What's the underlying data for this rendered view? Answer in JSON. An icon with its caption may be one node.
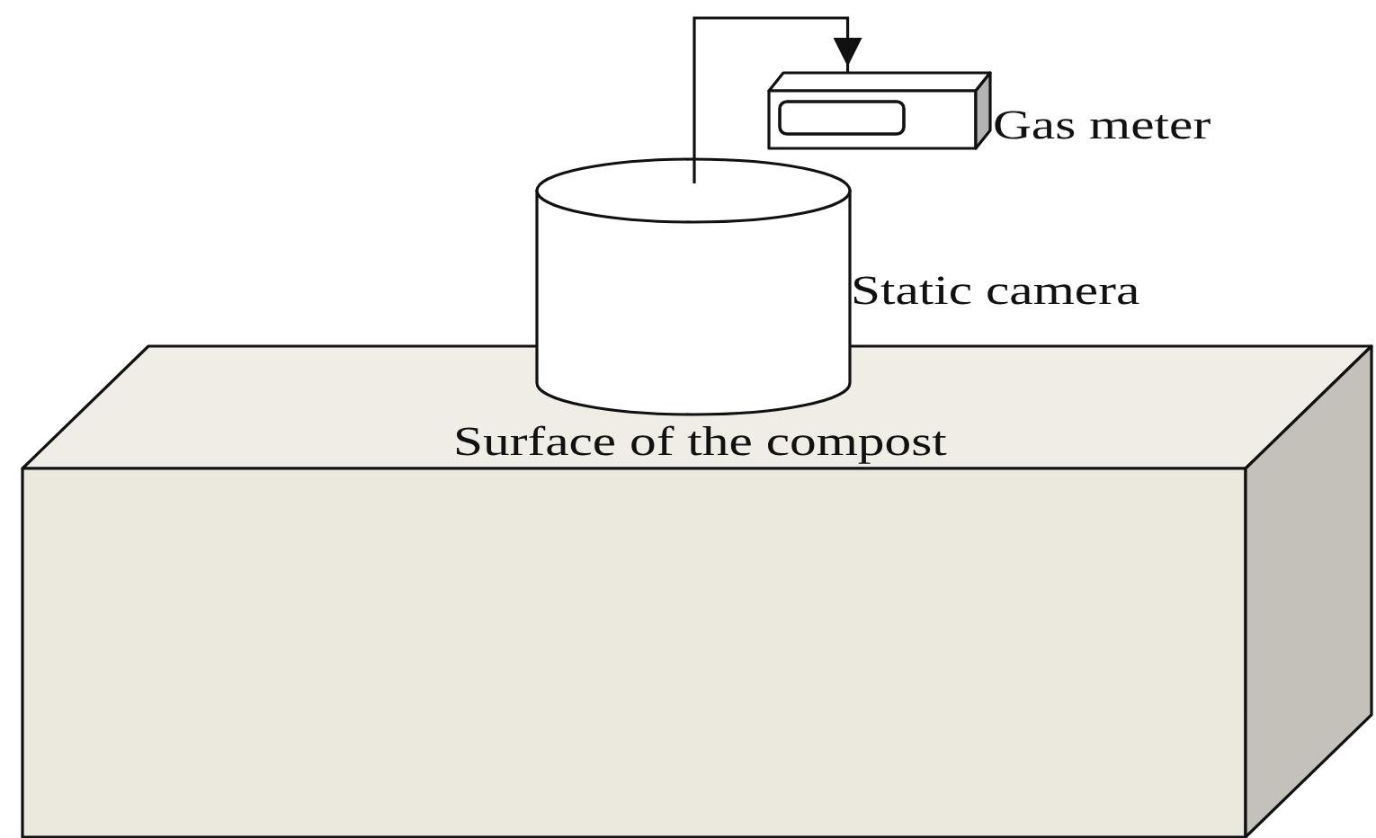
{
  "diagram": {
    "nodes": [
      {
        "text": [
          "Surface of the compost"
        ]
      },
      {
        "text": [],
        "shape": "cylinder",
        "beside": [
          "Static camera"
        ]
      },
      {
        "text": [],
        "shape": "box",
        "beside": [
          "Gas meter"
        ]
      }
    ],
    "edges": [
      {
        "from": 1,
        "to": 2,
        "arrow": "to"
      }
    ]
  }
}
